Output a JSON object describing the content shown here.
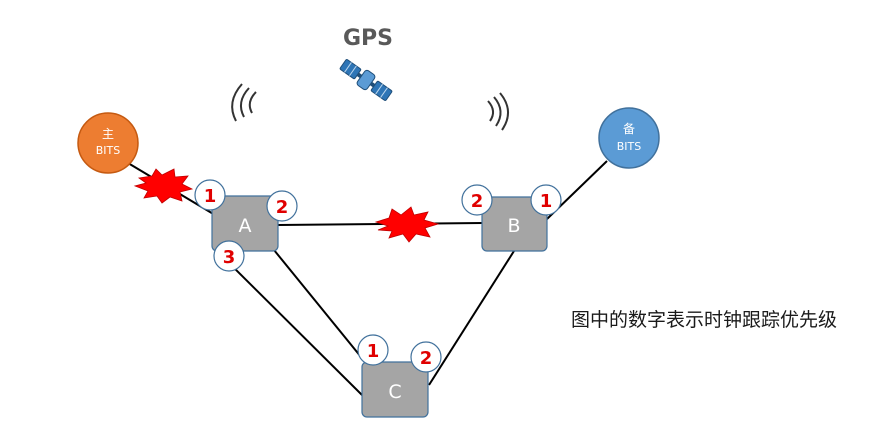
{
  "gps": {
    "label": "GPS",
    "icon": "satellite-icon"
  },
  "bits": {
    "primary": {
      "line1": "主",
      "line2": "BITS",
      "color": "#ed7d31"
    },
    "backup": {
      "line1": "备",
      "line2": "BITS",
      "color": "#5b9bd5"
    }
  },
  "nodes": {
    "a": {
      "label": "A"
    },
    "b": {
      "label": "B"
    },
    "c": {
      "label": "C"
    }
  },
  "priorities": {
    "a_1": "1",
    "a_2": "2",
    "a_3": "3",
    "b_2": "2",
    "b_1": "1",
    "c_1": "1",
    "c_2": "2"
  },
  "caption": "图中的数字表示时钟跟踪优先级",
  "colors": {
    "node_fill": "#a5a5a5",
    "node_stroke": "#41719c",
    "priority_text": "#e00000",
    "fault_fill": "#ff0000",
    "link": "#000000"
  }
}
